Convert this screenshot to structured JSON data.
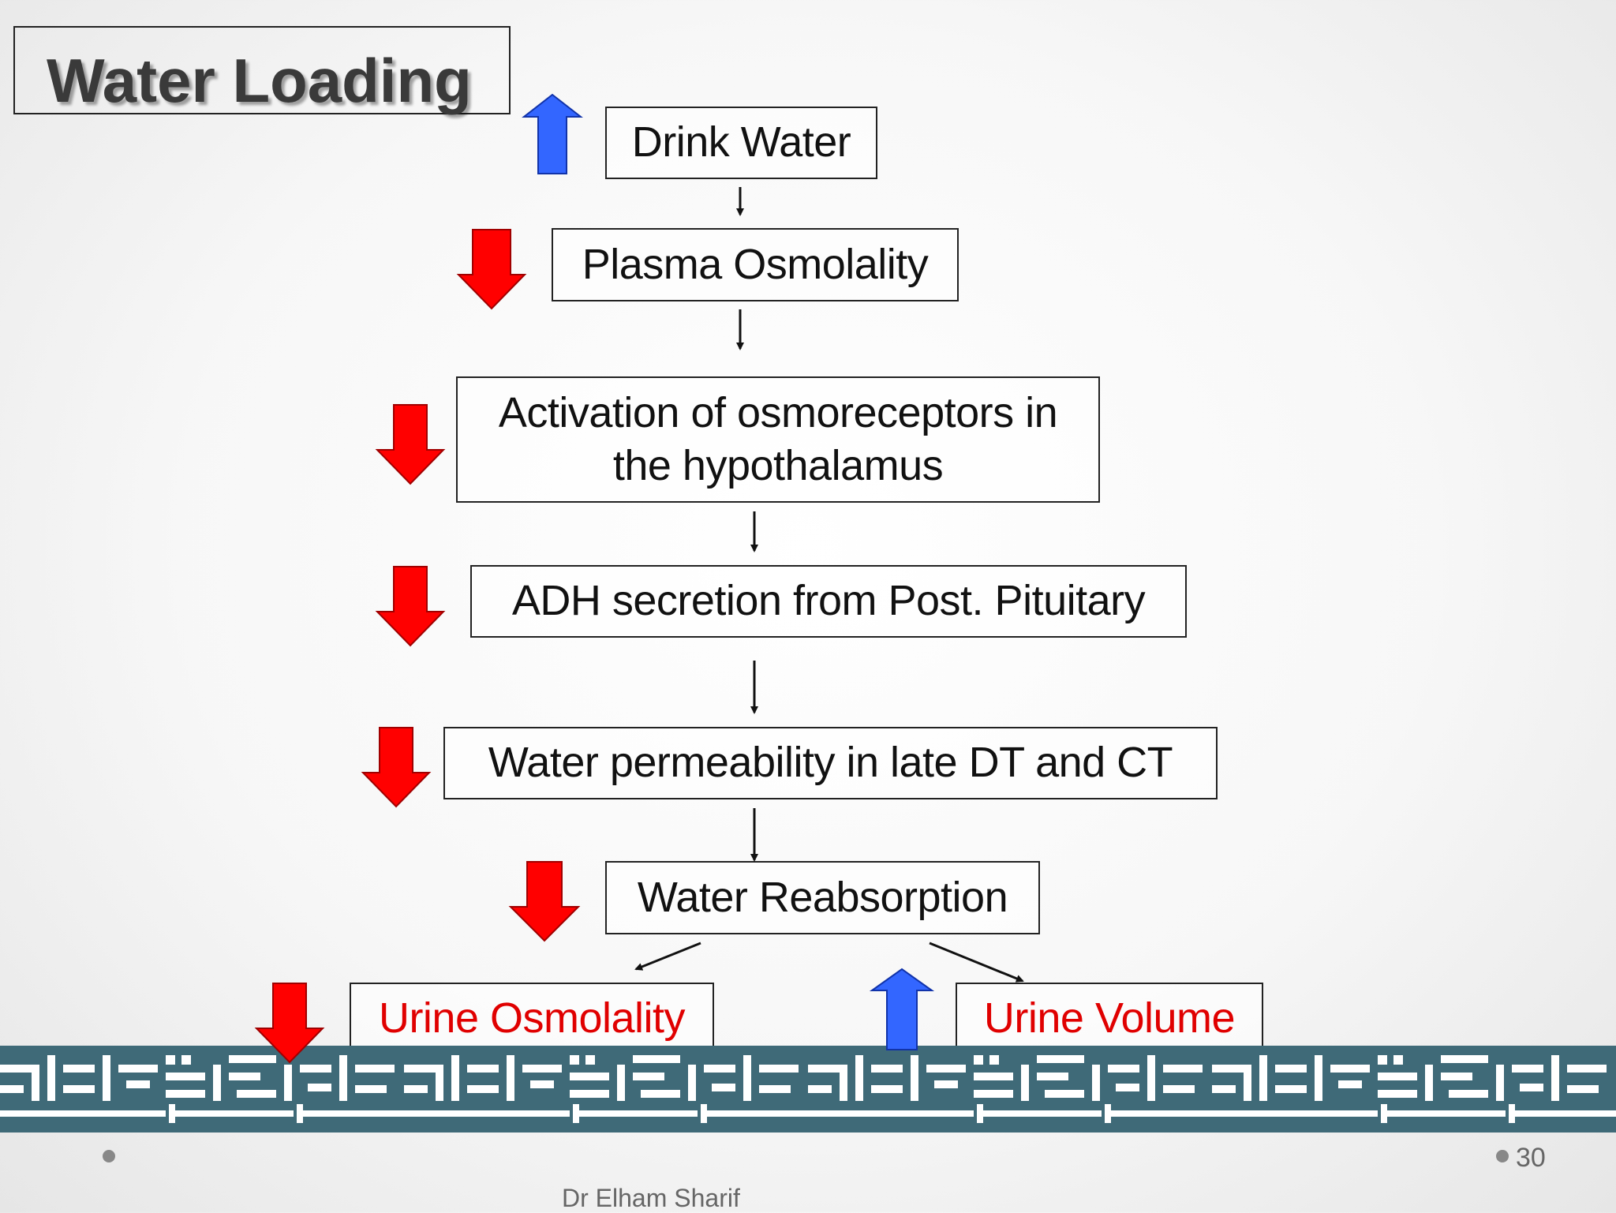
{
  "title": "Water Loading",
  "nodes": {
    "drink_water": "Drink Water",
    "plasma_osmolality": "Plasma Osmolality",
    "osmoreceptors_line1": "Activation of osmoreceptors in",
    "osmoreceptors_line2": "the hypothalamus",
    "adh_secretion": "ADH secretion from Post. Pituitary",
    "water_permeability": "Water permeability in late DT and CT",
    "water_reabsorption": "Water Reabsorption",
    "urine_osmolality": "Urine Osmolality",
    "urine_volume": "Urine Volume"
  },
  "indicators": {
    "drink_water": "up",
    "plasma_osmolality": "down",
    "osmoreceptors": "down",
    "adh_secretion": "down",
    "water_permeability": "down",
    "water_reabsorption": "down",
    "urine_osmolality": "down",
    "urine_volume": "up"
  },
  "colors": {
    "increase": "#3366ff",
    "decrease": "#ff0000",
    "highlight_text": "#e00000",
    "band": "#3f6a78"
  },
  "footer": {
    "author": "Dr Elham Sharif",
    "page_number": "30"
  }
}
